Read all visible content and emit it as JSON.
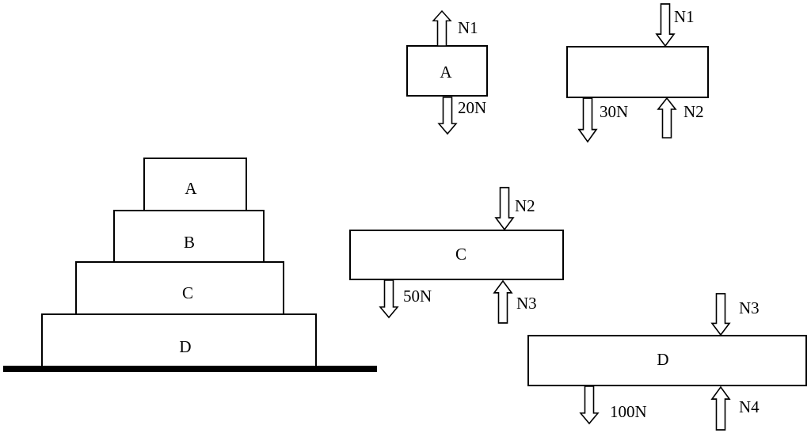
{
  "stack": {
    "block_a": "A",
    "block_b": "B",
    "block_c": "C",
    "block_d": "D"
  },
  "fbd_a": {
    "block": "A",
    "force_up": "N1",
    "force_down": "20N"
  },
  "fbd_b": {
    "block": "",
    "force_top": "N1",
    "force_weight": "30N",
    "force_bottom": "N2"
  },
  "fbd_c": {
    "block": "C",
    "force_top": "N2",
    "force_weight": "50N",
    "force_bottom": "N3"
  },
  "fbd_d": {
    "block": "D",
    "force_top": "N3",
    "force_weight": "100N",
    "force_bottom": "N4"
  }
}
